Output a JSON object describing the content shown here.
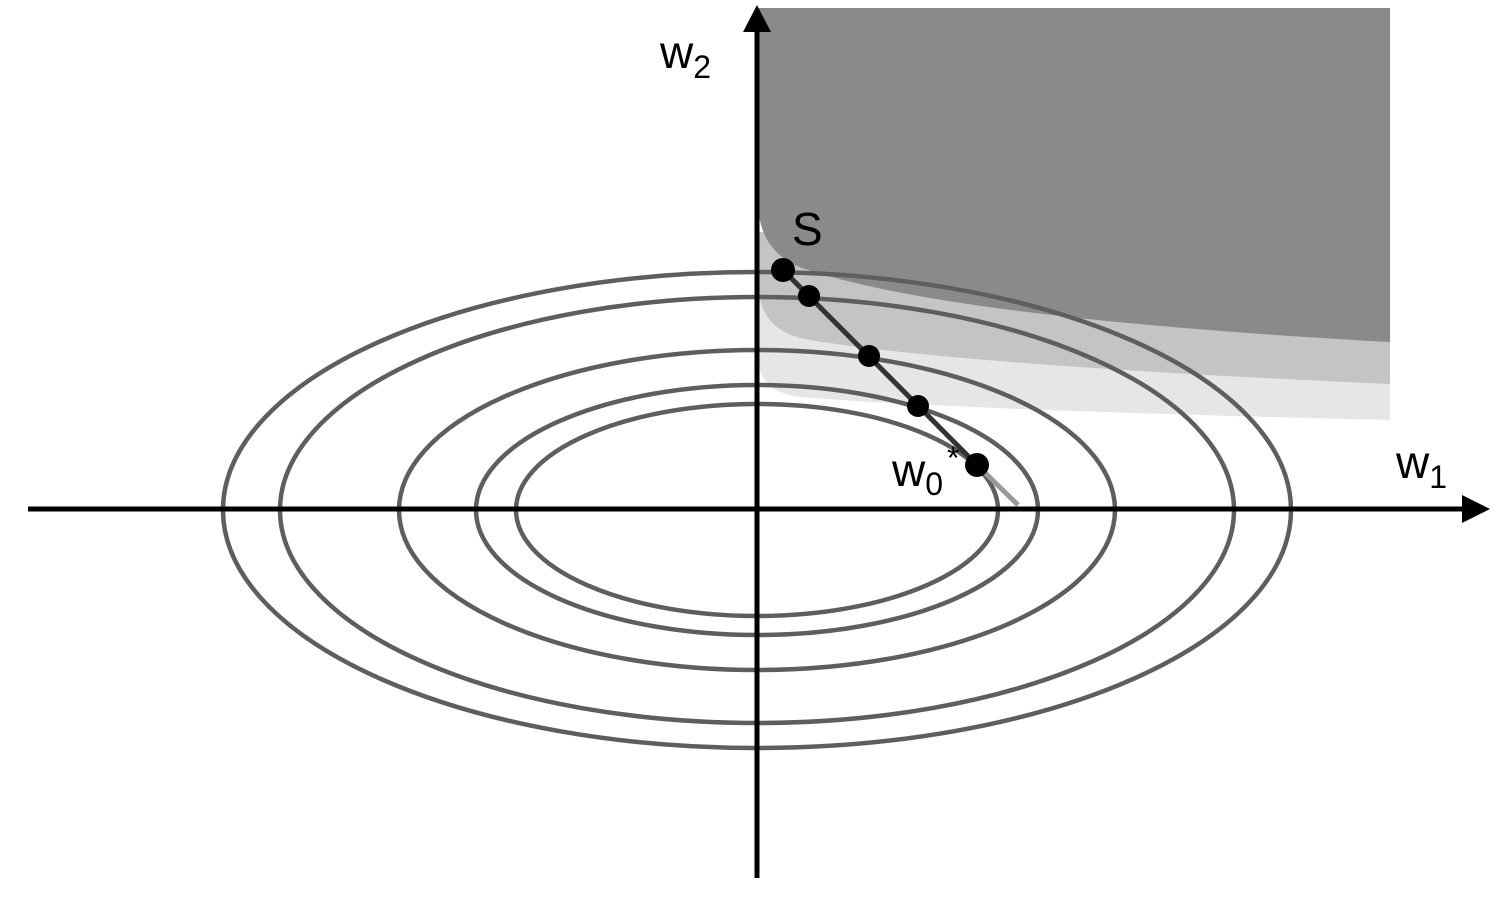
{
  "labels": {
    "w2": {
      "main": "w",
      "sub": "2"
    },
    "w1": {
      "main": "w",
      "sub": "1"
    },
    "s": "S",
    "w0": {
      "main": "w",
      "sub": "0",
      "sup": "*"
    }
  },
  "colors": {
    "axis": "#000000",
    "contour": "#5e5e5e",
    "path": "#333333",
    "path_tail": "#999999",
    "point": "#000000",
    "region_dark": "#8a8a8a",
    "region_mid": "#c4c4c4",
    "region_light": "#e6e6e6",
    "background": "#ffffff"
  },
  "contour_count": 5,
  "path_point_count": 5
}
